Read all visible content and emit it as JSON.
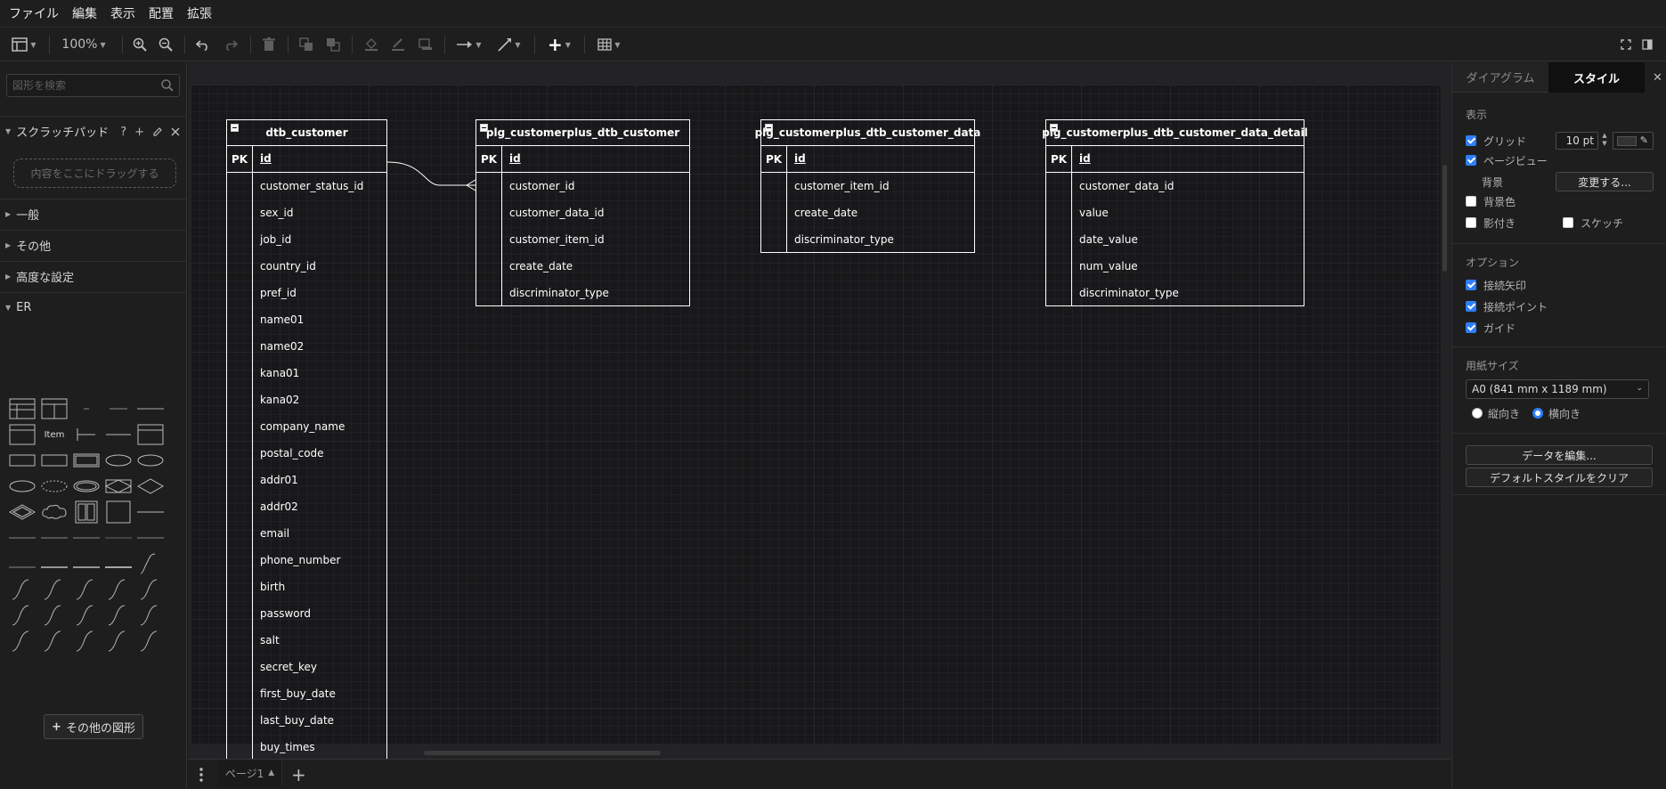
{
  "menubar": [
    "ファイル",
    "編集",
    "表示",
    "配置",
    "拡張"
  ],
  "toolbar": {
    "zoom": "100%",
    "icons": [
      "format-panel-icon",
      "zoom-in-icon",
      "zoom-out-icon",
      "undo-icon",
      "redo-icon",
      "delete-icon",
      "to-front-icon",
      "to-back-icon",
      "fill-color-icon",
      "line-color-icon",
      "shadow-icon",
      "connection-icon",
      "waypoints-icon",
      "insert-icon",
      "table-icon",
      "fullscreen-icon",
      "toggle-panel-icon"
    ]
  },
  "sidebar": {
    "search_placeholder": "図形を検索",
    "scratchpad_title": "スクラッチパッド",
    "scratchpad_tools": [
      "?",
      "+"
    ],
    "dropzone": "内容をここにドラッグする",
    "sections": [
      "一般",
      "その他",
      "高度な設定",
      "ER"
    ],
    "more_shapes": "その他の図形",
    "er_item_label": "Item"
  },
  "canvas": {
    "tables": [
      {
        "name": "dtb_customer",
        "pk_label": "PK",
        "pk": "id",
        "fields": [
          "customer_status_id",
          "sex_id",
          "job_id",
          "country_id",
          "pref_id",
          "name01",
          "name02",
          "kana01",
          "kana02",
          "company_name",
          "postal_code",
          "addr01",
          "addr02",
          "email",
          "phone_number",
          "birth",
          "password",
          "salt",
          "secret_key",
          "first_buy_date",
          "last_buy_date",
          "buy_times"
        ]
      },
      {
        "name": "plg_customerplus_dtb_customer",
        "pk_label": "PK",
        "pk": "id",
        "fields": [
          "customer_id",
          "customer_data_id",
          "customer_item_id",
          "create_date",
          "discriminator_type"
        ]
      },
      {
        "name": "plg_customerplus_dtb_customer_data",
        "pk_label": "PK",
        "pk": "id",
        "fields": [
          "customer_item_id",
          "create_date",
          "discriminator_type"
        ]
      },
      {
        "name": "plg_customerplus_dtb_customer_data_detail",
        "pk_label": "PK",
        "pk": "id",
        "fields": [
          "customer_data_id",
          "value",
          "date_value",
          "num_value",
          "discriminator_type"
        ]
      }
    ]
  },
  "bottombar": {
    "page_tab": "ページ1",
    "add_page": "+"
  },
  "rpanel": {
    "tabs": [
      "ダイアグラム",
      "スタイル"
    ],
    "active_tab": "スタイル",
    "view_heading": "表示",
    "grid_label": "グリッド",
    "grid_size": "10 pt",
    "grid_checked": true,
    "page_view_label": "ページビュー",
    "page_view_checked": true,
    "background_label": "背景",
    "change_button": "変更する...",
    "background_color_label": "背景色",
    "shadow_label": "影付き",
    "sketch_label": "スケッチ",
    "options_heading": "オプション",
    "connection_arrows": "接続矢印",
    "connection_points": "接続ポイント",
    "guides": "ガイド",
    "paper_heading": "用紙サイズ",
    "paper_size": "A0 (841 mm x 1189 mm)",
    "portrait": "縦向き",
    "landscape": "横向き",
    "orientation": "landscape",
    "edit_data": "データを編集...",
    "clear_default_style": "デフォルトスタイルをクリア"
  }
}
